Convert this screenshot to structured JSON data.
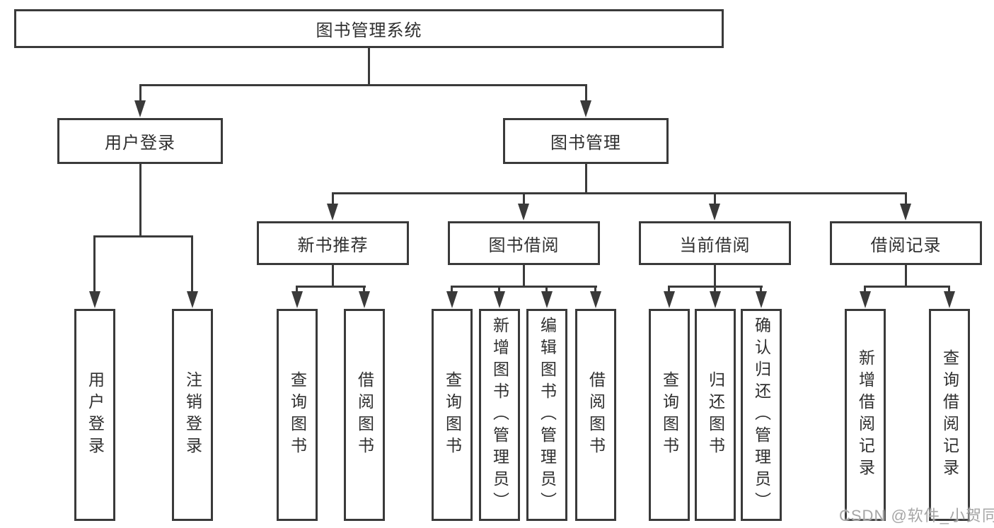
{
  "root": {
    "label": "图书管理系统"
  },
  "level2": [
    {
      "label": "用户登录"
    },
    {
      "label": "图书管理"
    }
  ],
  "level3": [
    {
      "label": "新书推荐"
    },
    {
      "label": "图书借阅"
    },
    {
      "label": "当前借阅"
    },
    {
      "label": "借阅记录"
    }
  ],
  "leaves": [
    {
      "label": "用户登录",
      "parent": "用户登录"
    },
    {
      "label": "注销登录",
      "parent": "用户登录"
    },
    {
      "label": "查询图书",
      "parent": "新书推荐"
    },
    {
      "label": "借阅图书",
      "parent": "新书推荐"
    },
    {
      "label": "查询图书",
      "parent": "图书借阅"
    },
    {
      "label": "新增图书（管理员）",
      "parent": "图书借阅"
    },
    {
      "label": "编辑图书（管理员）",
      "parent": "图书借阅"
    },
    {
      "label": "借阅图书",
      "parent": "图书借阅"
    },
    {
      "label": "查询图书",
      "parent": "当前借阅"
    },
    {
      "label": "归还图书",
      "parent": "当前借阅"
    },
    {
      "label": "确认归还（管理员）",
      "parent": "当前借阅"
    },
    {
      "label": "新增借阅记录",
      "parent": "借阅记录"
    },
    {
      "label": "查询借阅记录",
      "parent": "借阅记录"
    }
  ],
  "watermark": {
    "text": "CSDN @软件_小贺同学"
  },
  "colors": {
    "line": "#3a3a3a",
    "text": "#2f2f2f",
    "watermark": "#a6a6a6",
    "background": "#ffffff"
  }
}
